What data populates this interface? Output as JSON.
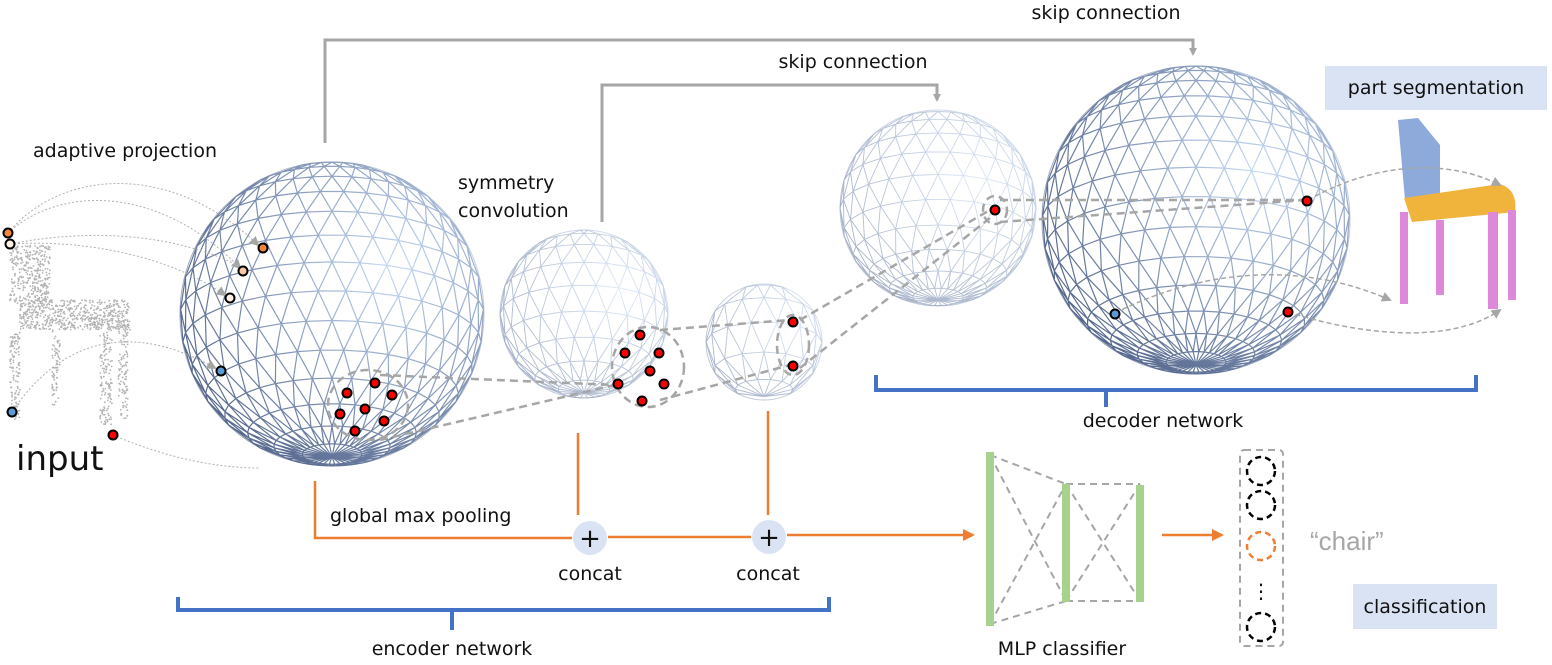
{
  "labels": {
    "adaptive_projection": "adaptive projection",
    "input": "input",
    "symmetry_convolution_line1": "symmetry",
    "symmetry_convolution_line2": "convolution",
    "skip_connection_outer": "skip connection",
    "skip_connection_inner": "skip connection",
    "global_max_pooling": "global max pooling",
    "concat_1": "concat",
    "concat_2": "concat",
    "concat_symbol": "+",
    "encoder_network": "encoder network",
    "decoder_network": "decoder network",
    "mlp_classifier": "MLP classifier",
    "output_class": "“chair”",
    "ellipsis": "⋮",
    "part_segmentation": "part segmentation",
    "classification": "classification"
  },
  "colors": {
    "orange": "#ed7d31",
    "blue_bracket": "#4472c4",
    "gray_arrow": "#a6a6a6",
    "label_box": "#dae3f3",
    "mlp_green": "#a9d18e",
    "point_red": "#ff0000",
    "point_orange": "#f4883a",
    "point_peach": "#f8c9a4",
    "point_cream": "#fff2e6",
    "point_blue": "#5b9bd5",
    "seg_back": "#8eaadb",
    "seg_seat": "#f0b43c",
    "seg_legs": "#dd88d8"
  }
}
